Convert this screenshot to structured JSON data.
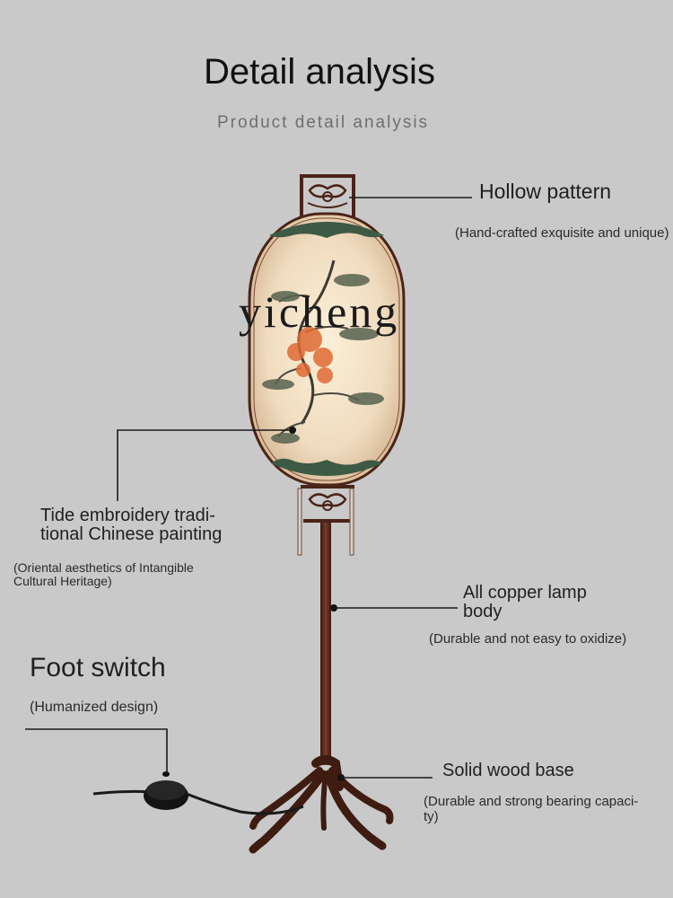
{
  "header": {
    "title": "Detail analysis",
    "subtitle": "Product detail analysis"
  },
  "watermark": "yicheng",
  "callouts": {
    "hollow": {
      "label": "Hollow pattern",
      "note": "(Hand-crafted exquisite and unique)"
    },
    "embroidery": {
      "label_line1": "Tide embroidery tradi-",
      "label_line2": "tional Chinese painting",
      "note_line1": "(Oriental aesthetics of Intangible",
      "note_line2": "Cultural Heritage)"
    },
    "copper": {
      "label_line1": "All copper lamp",
      "label_line2": "body",
      "note": "(Durable and not easy to oxidize)"
    },
    "foot_switch": {
      "label": "Foot switch",
      "note": "(Humanized design)"
    },
    "base": {
      "label": "Solid wood base",
      "note_line1": "(Durable and strong bearing capaci-",
      "note_line2": "ty)"
    }
  },
  "colors": {
    "background": "#c9c9c9",
    "frame": "#4a2418",
    "shade": "#f2e4cc",
    "blossom": "#e06a35",
    "foliage": "#3d5a45"
  }
}
